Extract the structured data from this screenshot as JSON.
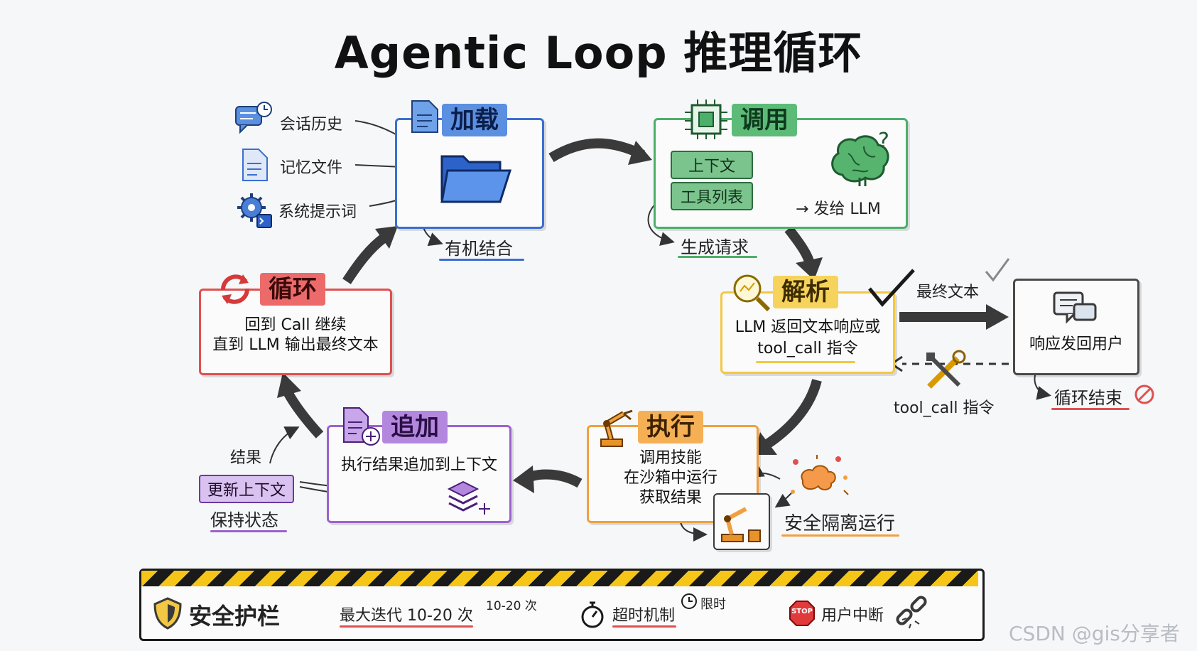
{
  "title": "Agentic Loop 推理循环",
  "load": {
    "tag": "加载",
    "inputs": [
      "会话历史",
      "记忆文件",
      "系统提示词"
    ],
    "caption": "有机结合"
  },
  "call": {
    "tag": "调用",
    "context": "上下文",
    "tools": "工具列表",
    "send": "→ 发给 LLM",
    "caption": "生成请求"
  },
  "parse": {
    "tag": "解析",
    "line1": "LLM 返回文本响应或",
    "line2": "tool_call 指令",
    "final_label": "最终文本",
    "tool_label": "tool_call 指令"
  },
  "respond": {
    "text": "响应发回用户",
    "caption": "循环结束"
  },
  "execute": {
    "tag": "执行",
    "line1": "调用技能",
    "line2": "在沙箱中运行",
    "line3": "获取结果",
    "caption": "安全隔离运行"
  },
  "append": {
    "tag": "追加",
    "text": "执行结果追加到上下文",
    "result_label": "结果",
    "update": "更新上下文",
    "keep": "保持状态"
  },
  "loop": {
    "tag": "循环",
    "line1": "回到 Call 继续",
    "line2": "直到 LLM 输出最终文本"
  },
  "guardrail": {
    "title": "安全护栏",
    "max_iter": "最大迭代 10-20 次",
    "iter_note": "10-20 次",
    "timeout": "超时机制",
    "timeout_note": "限时",
    "stop_badge": "STOP",
    "interrupt": "用户中断"
  },
  "watermark": "CSDN @gis分享者",
  "colors": {
    "load": "#3b6fd0",
    "call": "#4caf6a",
    "parse": "#f2c744",
    "execute": "#f0a040",
    "append": "#9a63cf",
    "loop": "#e05050",
    "dark": "#3a3a3a"
  },
  "icons": [
    "chat-icon",
    "document-icon",
    "gear-icon",
    "folder-icon",
    "chip-icon",
    "brain-icon",
    "magnifier-icon",
    "checkmark-icon",
    "speech-bubble-icon",
    "tools-icon",
    "robot-arm-icon",
    "explosion-icon",
    "add-document-icon",
    "layers-icon",
    "refresh-icon",
    "shield-icon",
    "stopwatch-icon",
    "clock-icon",
    "stop-sign-icon",
    "broken-link-icon",
    "no-entry-icon"
  ]
}
